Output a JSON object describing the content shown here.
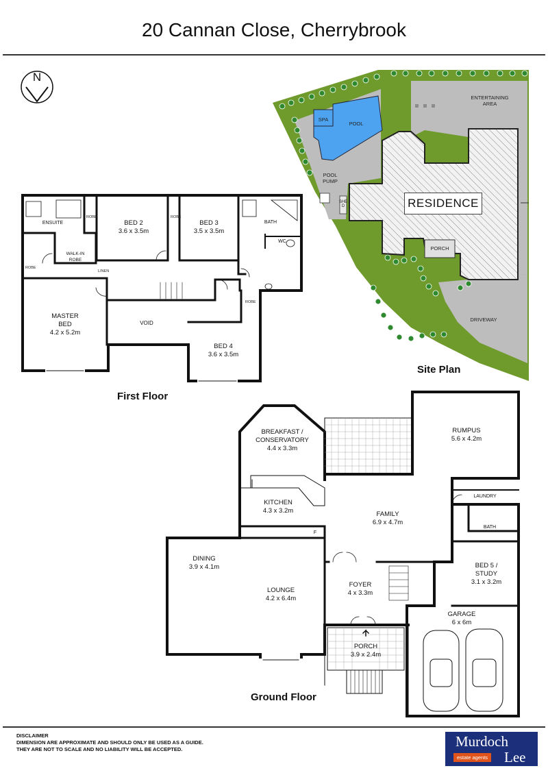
{
  "header": {
    "title": "20 Cannan Close, Cherrybrook"
  },
  "compass": {
    "letter": "N"
  },
  "site_plan": {
    "label": "Site Plan",
    "residence": "RESIDENCE",
    "spa": "SPA",
    "pool": "POOL",
    "pool_pump_1": "POOL",
    "pool_pump_2": "PUMP",
    "shed": "SHED",
    "entertaining_1": "ENTERTAINING",
    "entertaining_2": "AREA",
    "porch": "PORCH",
    "driveway": "DRIVEWAY",
    "colors": {
      "lawn": "#6f9a2c",
      "paving": "#bdbdbd",
      "pool": "#4da3f0",
      "hedge": "#2f8a2f"
    }
  },
  "first_floor": {
    "label": "First Floor",
    "rooms": {
      "ensuite": {
        "name": "ENSUITE"
      },
      "bed2": {
        "name": "BED 2",
        "dim": "3.6 x 3.5m"
      },
      "bed3": {
        "name": "BED 3",
        "dim": "3.5 x 3.5m"
      },
      "bath": {
        "name": "BATH"
      },
      "wc": {
        "name": "WC"
      },
      "walkin1": "WALK-IN",
      "walkin2": "ROBE",
      "master1": "MASTER",
      "master2": "BED",
      "master_dim": "4.2 x 5.2m",
      "void": "VOID",
      "bed4": {
        "name": "BED 4",
        "dim": "3.6 x 3.5m"
      },
      "robe": "ROBE",
      "linen": "LINEN"
    }
  },
  "ground_floor": {
    "label": "Ground Floor",
    "rooms": {
      "breakfast1": "BREAKFAST /",
      "breakfast2": "CONSERVATORY",
      "breakfast_dim": "4.4 x 3.3m",
      "rumpus": {
        "name": "RUMPUS",
        "dim": "5.6 x 4.2m"
      },
      "laundry": "LAUNDRY",
      "kitchen": {
        "name": "KITCHEN",
        "dim": "4.3 x 3.2m"
      },
      "family": {
        "name": "FAMILY",
        "dim": "6.9 x 4.7m"
      },
      "bath": "BATH",
      "dining": {
        "name": "DINING",
        "dim": "3.9 x 4.1m"
      },
      "fridge": "F",
      "bed5_1": "BED 5 /",
      "bed5_2": "STUDY",
      "bed5_dim": "3.1 x 3.2m",
      "foyer": {
        "name": "FOYER",
        "dim": "4 x 3.3m"
      },
      "lounge": {
        "name": "LOUNGE",
        "dim": "4.2 x 6.4m"
      },
      "garage": {
        "name": "GARAGE",
        "dim": "6 x 6m"
      },
      "porch": {
        "name": "PORCH",
        "dim": "3.9 x 2.4m"
      }
    }
  },
  "disclaimer": {
    "heading": "DISCLAIMER",
    "line1": "DIMENSION ARE APPROXIMATE AND SHOULD ONLY BE USED AS A  GUIDE.",
    "line2": "THEY ARE NOT TO SCALE AND NO LIABILITY WILL BE ACCEPTED."
  },
  "logo": {
    "line1": "Murdoch",
    "line2": "estate agents",
    "line3": "Lee",
    "brand_color": "#1b2f7a",
    "accent_color": "#e0541b"
  }
}
